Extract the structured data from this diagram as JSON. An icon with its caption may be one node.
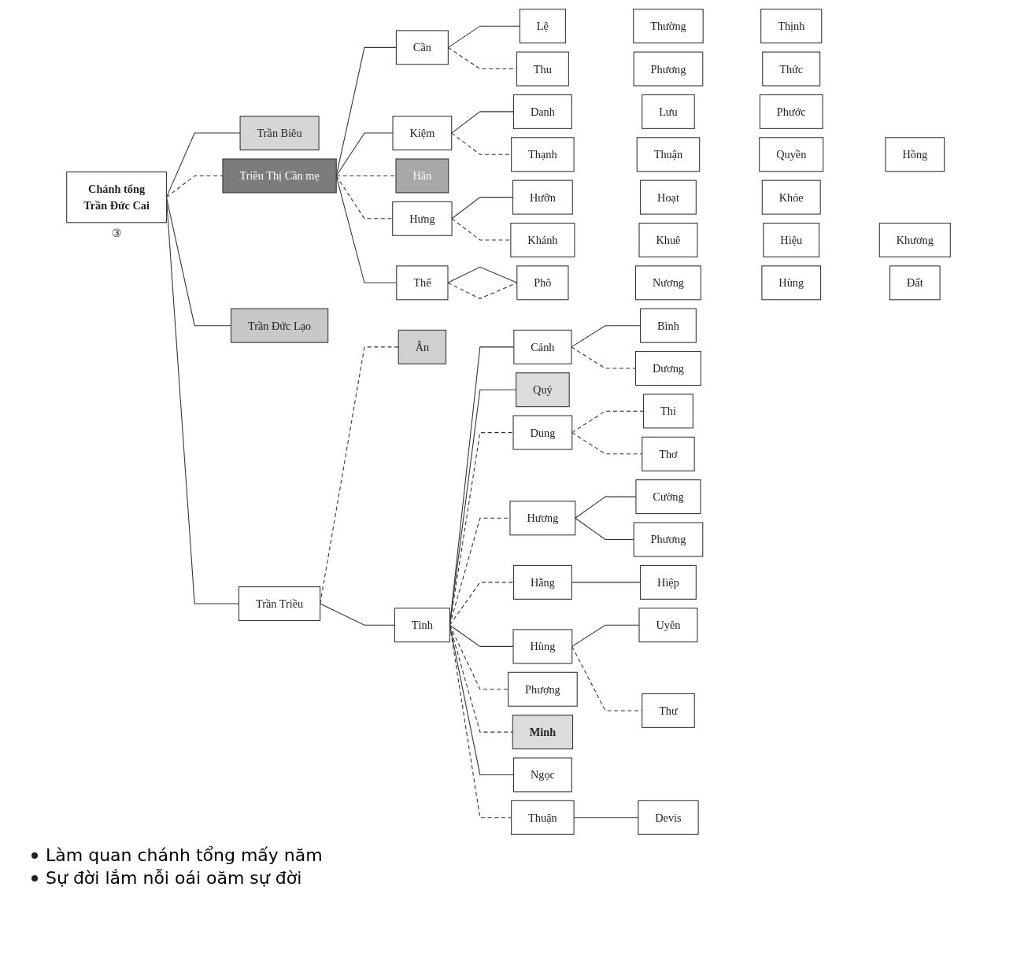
{
  "diagram": {
    "nodes": [
      {
        "text": [
          "Chánh tổng",
          "Trần Đức Cai"
        ],
        "beside": [
          "③"
        ]
      },
      {
        "text": [
          "Trần Biêu"
        ]
      },
      {
        "text": [
          "Triều Thị Cần mẹ"
        ]
      },
      {
        "text": [
          "Trần Đức Lạo"
        ]
      },
      {
        "text": [
          "Trần Triều"
        ]
      },
      {
        "text": [
          "Cần"
        ]
      },
      {
        "text": [
          "Kiệm"
        ]
      },
      {
        "text": [
          "Hân"
        ]
      },
      {
        "text": [
          "Hưng"
        ]
      },
      {
        "text": [
          "Thể"
        ]
      },
      {
        "text": [
          "Ân"
        ]
      },
      {
        "text": [
          "Tình"
        ]
      },
      {
        "text": [
          "Lệ"
        ]
      },
      {
        "text": [
          "Thường"
        ]
      },
      {
        "text": [
          "Thịnh"
        ]
      },
      {
        "text": [
          "Thu"
        ]
      },
      {
        "text": [
          "Phương"
        ]
      },
      {
        "text": [
          "Thức"
        ]
      },
      {
        "text": [
          "Danh"
        ]
      },
      {
        "text": [
          "Lưu"
        ]
      },
      {
        "text": [
          "Phước"
        ]
      },
      {
        "text": [
          "Thạnh"
        ]
      },
      {
        "text": [
          "Thuận"
        ]
      },
      {
        "text": [
          "Quyền"
        ]
      },
      {
        "text": [
          "Hồng"
        ]
      },
      {
        "text": [
          "Hưỡn"
        ]
      },
      {
        "text": [
          "Hoạt"
        ]
      },
      {
        "text": [
          "Khỏe"
        ]
      },
      {
        "text": [
          "Khánh"
        ]
      },
      {
        "text": [
          "Khuê"
        ]
      },
      {
        "text": [
          "Hiệu"
        ]
      },
      {
        "text": [
          "Khương"
        ]
      },
      {
        "text": [
          "Phô"
        ]
      },
      {
        "text": [
          "Nương"
        ]
      },
      {
        "text": [
          "Hùng"
        ]
      },
      {
        "text": [
          "Đất"
        ]
      },
      {
        "text": [
          "Cảnh"
        ]
      },
      {
        "text": [
          "Quý"
        ]
      },
      {
        "text": [
          "Dung"
        ]
      },
      {
        "text": [
          "Hương"
        ]
      },
      {
        "text": [
          "Hằng"
        ]
      },
      {
        "text": [
          "Hùng"
        ]
      },
      {
        "text": [
          "Phượng"
        ]
      },
      {
        "text": [
          "Minh"
        ]
      },
      {
        "text": [
          "Ngọc"
        ]
      },
      {
        "text": [
          "Thuận"
        ]
      },
      {
        "text": [
          "Bình"
        ]
      },
      {
        "text": [
          "Dương"
        ]
      },
      {
        "text": [
          "Thi"
        ]
      },
      {
        "text": [
          "Thơ"
        ]
      },
      {
        "text": [
          "Cường"
        ]
      },
      {
        "text": [
          "Phương"
        ]
      },
      {
        "text": [
          "Hiệp"
        ]
      },
      {
        "text": [
          "Uyên"
        ]
      },
      {
        "text": [
          "Thư"
        ]
      },
      {
        "text": [
          "Devis"
        ]
      }
    ],
    "edges": [
      {
        "from": 0,
        "to": 1,
        "arrow": "none"
      },
      {
        "from": 0,
        "to": 2,
        "arrow": "none",
        "style": "dashed"
      },
      {
        "from": 0,
        "to": 3,
        "arrow": "none"
      },
      {
        "from": 0,
        "to": 4,
        "arrow": "none"
      },
      {
        "from": 2,
        "to": 5,
        "arrow": "none"
      },
      {
        "from": 2,
        "to": 6,
        "arrow": "none"
      },
      {
        "from": 2,
        "to": 7,
        "arrow": "none",
        "style": "dashed"
      },
      {
        "from": 2,
        "to": 8,
        "arrow": "none",
        "style": "dashed"
      },
      {
        "from": 2,
        "to": 9,
        "arrow": "none"
      },
      {
        "from": 4,
        "to": 10,
        "arrow": "none",
        "style": "dashed"
      },
      {
        "from": 4,
        "to": 11,
        "arrow": "none"
      },
      {
        "from": 5,
        "to": 12,
        "arrow": "none"
      },
      {
        "from": 5,
        "to": 15,
        "arrow": "none",
        "style": "dashed"
      },
      {
        "from": 6,
        "to": 18,
        "arrow": "none"
      },
      {
        "from": 6,
        "to": 21,
        "arrow": "none",
        "style": "dashed"
      },
      {
        "from": 8,
        "to": 25,
        "arrow": "none"
      },
      {
        "from": 8,
        "to": 28,
        "arrow": "none",
        "style": "dashed"
      },
      {
        "from": 9,
        "to": 32,
        "arrow": "none"
      },
      {
        "from": 9,
        "to": 32,
        "arrow": "none",
        "style": "dashed"
      },
      {
        "from": 11,
        "to": 36,
        "arrow": "none"
      },
      {
        "from": 11,
        "to": 37,
        "arrow": "none"
      },
      {
        "from": 11,
        "to": 38,
        "arrow": "none",
        "style": "dashed"
      },
      {
        "from": 11,
        "to": 39,
        "arrow": "none",
        "style": "dashed"
      },
      {
        "from": 11,
        "to": 40,
        "arrow": "none",
        "style": "dashed"
      },
      {
        "from": 11,
        "to": 41,
        "arrow": "none"
      },
      {
        "from": 11,
        "to": 42,
        "arrow": "none",
        "style": "dashed"
      },
      {
        "from": 11,
        "to": 43,
        "arrow": "none",
        "style": "dashed"
      },
      {
        "from": 11,
        "to": 44,
        "arrow": "none"
      },
      {
        "from": 11,
        "to": 45,
        "arrow": "none",
        "style": "dashed"
      },
      {
        "from": 36,
        "to": 46,
        "arrow": "none"
      },
      {
        "from": 36,
        "to": 47,
        "arrow": "none",
        "style": "dashed"
      },
      {
        "from": 38,
        "to": 48,
        "arrow": "none",
        "style": "dashed"
      },
      {
        "from": 38,
        "to": 49,
        "arrow": "none",
        "style": "dashed"
      },
      {
        "from": 39,
        "to": 50,
        "arrow": "none"
      },
      {
        "from": 39,
        "to": 51,
        "arrow": "none"
      },
      {
        "from": 40,
        "to": 52,
        "arrow": "none"
      },
      {
        "from": 41,
        "to": 53,
        "arrow": "none"
      },
      {
        "from": 41,
        "to": 54,
        "arrow": "none",
        "style": "dashed"
      },
      {
        "from": 45,
        "to": 55,
        "arrow": "none"
      }
    ],
    "labels": [
      "Làm quan chánh tổng mấy năm",
      "Sự đời lắm nỗi oái oăm sự đời"
    ]
  }
}
